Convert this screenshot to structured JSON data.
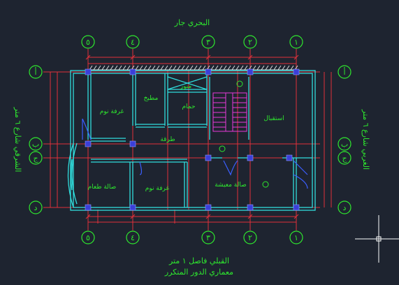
{
  "drawing": {
    "top_label": "البحري جار",
    "bottom_label_1": "القبلي فاصل ١ متر",
    "bottom_label_2": "معماري الدور المتكرر",
    "left_label": "الشرقي شارع ٦ متر",
    "right_label": "الغربي شارع ٦ متر"
  },
  "column_grid": [
    "٥",
    "٤",
    "٣",
    "٢",
    "١"
  ],
  "row_grid_left": [
    "أ",
    "ب",
    "ج",
    "د"
  ],
  "row_grid_right": [
    "أ",
    "ب",
    "ج",
    "د"
  ],
  "rooms": {
    "bedroom_1": "غرفة نوم",
    "kitchen": "مطبخ",
    "bathroom": "حمام",
    "duct": "منور",
    "corridor": "طرقة",
    "reception": "استقبال",
    "bedroom_2": "غرفة نوم",
    "living": "صالة معيشة",
    "dining": "صالة طعام"
  },
  "colors": {
    "background": "#1e2430",
    "grid_circle": "#2ee82e",
    "wall": "#30dede",
    "dimension": "#e0313a",
    "text": "#2ee82e",
    "column": "#3b3fd8",
    "stair": "#e83ad8",
    "crosshair": "#ffffff"
  }
}
